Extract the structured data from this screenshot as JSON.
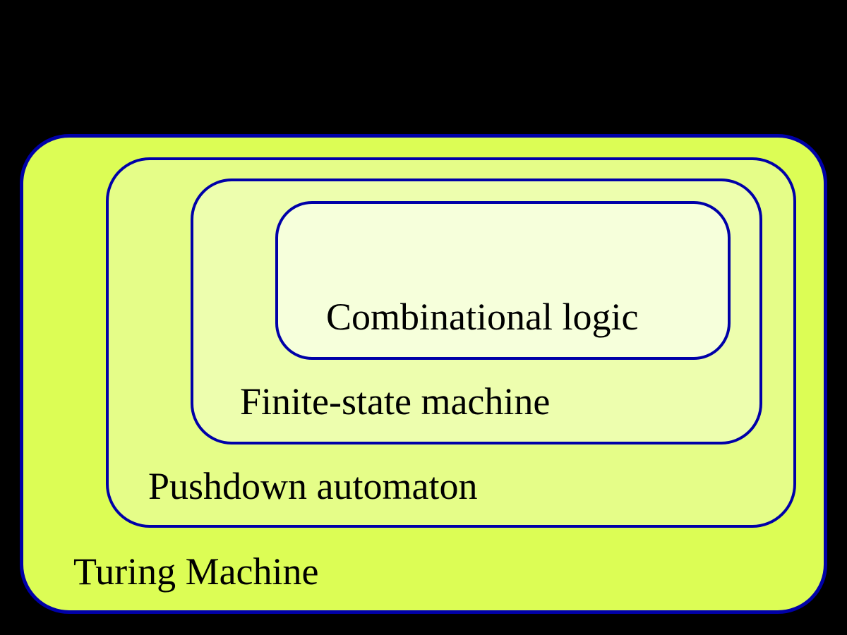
{
  "diagram": {
    "background_color": "#000000",
    "border_color": "#0000a8",
    "text_color": "#000000",
    "sets": [
      {
        "label": "Turing Machine",
        "fill": "#dcfd55"
      },
      {
        "label": "Pushdown automaton",
        "fill": "#e5fd88"
      },
      {
        "label": "Finite-state machine",
        "fill": "#edfeae"
      },
      {
        "label": "Combinational logic",
        "fill": "#f6ffdb"
      }
    ]
  }
}
